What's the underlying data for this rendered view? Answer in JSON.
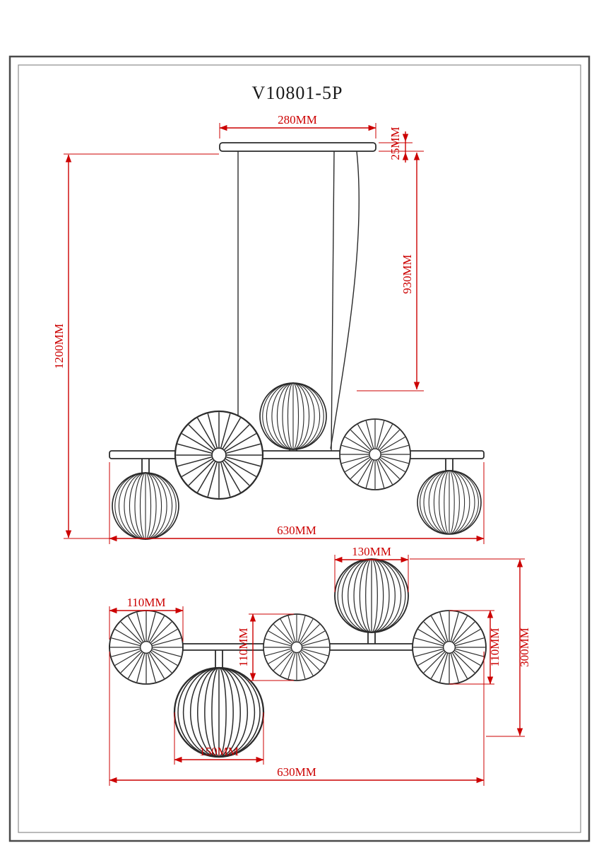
{
  "title": "V10801-5P",
  "front_view": {
    "canopy_width": "280MM",
    "canopy_height": "25MM",
    "cord_length": "930MM",
    "overall_height": "1200MM",
    "bar_width": "630MM"
  },
  "top_view": {
    "globe_diameter": "130MM",
    "left_shade_diameter": "110MM",
    "middle_shade_diameter": "110MM",
    "right_shade_diameter": "110MM",
    "overall_depth": "300MM",
    "large_globe_diameter": "150MM",
    "bar_width": "630MM"
  },
  "colors": {
    "dimension_red": "#cc0000",
    "drawing_line": "#2b2b2b"
  }
}
